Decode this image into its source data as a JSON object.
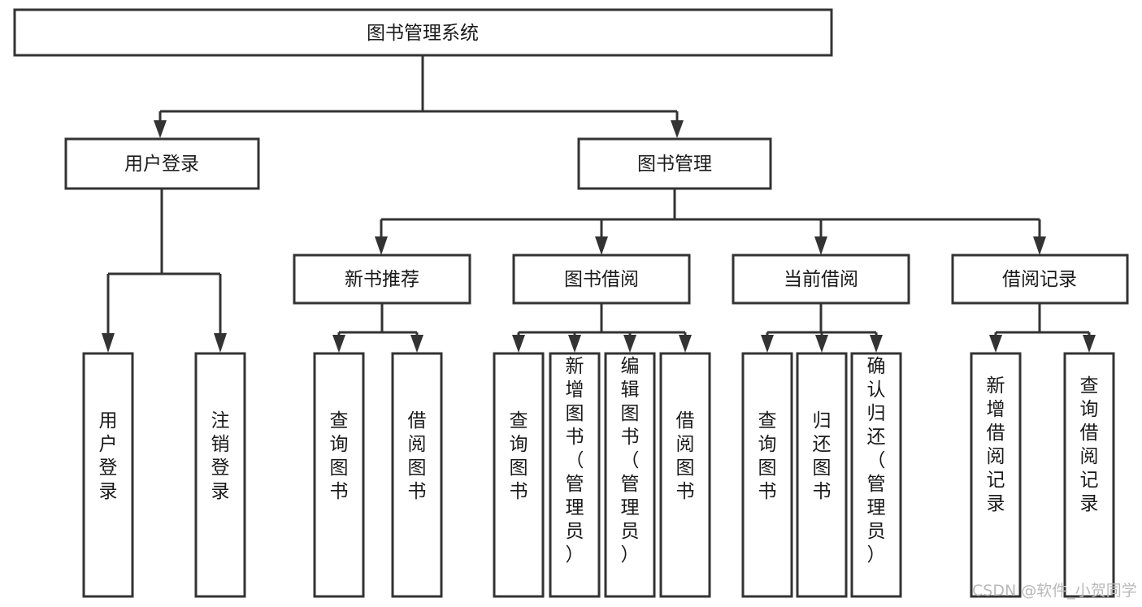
{
  "diagram": {
    "type": "tree-hierarchy-flowchart",
    "title": "图书管理系统",
    "root": {
      "id": "root",
      "label": "图书管理系统",
      "orientation": "horizontal"
    },
    "level1": [
      {
        "id": "user-login",
        "label": "用户登录",
        "orientation": "horizontal"
      },
      {
        "id": "book-management",
        "label": "图书管理",
        "orientation": "horizontal"
      }
    ],
    "level2": [
      {
        "id": "new-book-recommend",
        "label": "新书推荐",
        "parent": "book-management",
        "orientation": "horizontal"
      },
      {
        "id": "book-borrow",
        "label": "图书借阅",
        "parent": "book-management",
        "orientation": "horizontal"
      },
      {
        "id": "current-borrow",
        "label": "当前借阅",
        "parent": "book-management",
        "orientation": "horizontal"
      },
      {
        "id": "borrow-record",
        "label": "借阅记录",
        "parent": "book-management",
        "orientation": "horizontal"
      }
    ],
    "leaves": [
      {
        "id": "leaf-user-login",
        "label": "用户登录",
        "parent": "user-login",
        "orientation": "vertical"
      },
      {
        "id": "leaf-user-logout",
        "label": "注销登录",
        "parent": "user-login",
        "orientation": "vertical"
      },
      {
        "id": "leaf-query-book-1",
        "label": "查询图书",
        "parent": "new-book-recommend",
        "orientation": "vertical"
      },
      {
        "id": "leaf-borrow-book-1",
        "label": "借阅图书",
        "parent": "new-book-recommend",
        "orientation": "vertical"
      },
      {
        "id": "leaf-query-book-2",
        "label": "查询图书",
        "parent": "book-borrow",
        "orientation": "vertical"
      },
      {
        "id": "leaf-add-book",
        "label": "新增图书（管理员）",
        "parent": "book-borrow",
        "orientation": "vertical"
      },
      {
        "id": "leaf-edit-book",
        "label": "编辑图书（管理员）",
        "parent": "book-borrow",
        "orientation": "vertical"
      },
      {
        "id": "leaf-borrow-book-2",
        "label": "借阅图书",
        "parent": "book-borrow",
        "orientation": "vertical"
      },
      {
        "id": "leaf-query-book-3",
        "label": "查询图书",
        "parent": "current-borrow",
        "orientation": "vertical"
      },
      {
        "id": "leaf-return-book",
        "label": "归还图书",
        "parent": "current-borrow",
        "orientation": "vertical"
      },
      {
        "id": "leaf-confirm-return",
        "label": "确认归还（管理员）",
        "parent": "current-borrow",
        "orientation": "vertical"
      },
      {
        "id": "leaf-add-record",
        "label": "新增借阅记录",
        "parent": "borrow-record",
        "orientation": "vertical"
      },
      {
        "id": "leaf-query-record",
        "label": "查询借阅记录",
        "parent": "borrow-record",
        "orientation": "vertical"
      }
    ],
    "watermark": "CSDN @软件_小贺同学",
    "colors": {
      "background": "#ffffff",
      "stroke": "#333333",
      "text": "#1a1a1a",
      "watermark": "#b9b9b9"
    }
  }
}
